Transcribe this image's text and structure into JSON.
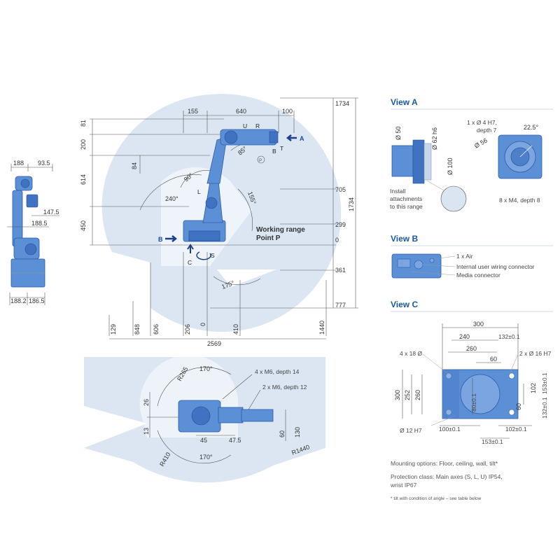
{
  "side_view": {
    "top_dims": [
      "188",
      "93.5"
    ],
    "mid_dims": [
      "147.5",
      "188.5"
    ],
    "bottom_dims": [
      "188.2",
      "186.5"
    ]
  },
  "main_view": {
    "top_dims": [
      "155",
      "640",
      "100"
    ],
    "right_dims": [
      "1734",
      "705",
      "299",
      "0",
      "361",
      "777",
      "1734"
    ],
    "left_dims": [
      "81",
      "200",
      "614",
      "450",
      "84"
    ],
    "bottom_dims": [
      "129",
      "848",
      "606",
      "206",
      "0",
      "410",
      "1440"
    ],
    "total_width": "2569",
    "angles": [
      "85°",
      "90°",
      "240°",
      "155°",
      "175°"
    ],
    "axes": [
      "U",
      "R",
      "B",
      "T",
      "P",
      "L",
      "S",
      "C"
    ],
    "view_arrows": [
      "A",
      "B"
    ],
    "working_range_line1": "Working range",
    "working_range_line2": "Point P"
  },
  "top_view": {
    "labels": [
      "R265",
      "170°",
      "170°",
      "R410",
      "R1440"
    ],
    "dims": [
      "26",
      "13",
      "45",
      "47.5",
      "60",
      "130"
    ],
    "holes1": "4 x M6, depth 14",
    "holes2": "2 x M6, depth 12"
  },
  "view_a": {
    "heading": "View A",
    "dims": [
      "Ø 50",
      "Ø 62 h6",
      "Ø 100",
      "Ø 56",
      "22.5°"
    ],
    "hole_note_line1": "1 x Ø 4 H7,",
    "hole_note_line2": "depth 7",
    "install_lines": [
      "Install",
      "attachments",
      "to this range"
    ],
    "thread_note": "8 x M4, depth 8"
  },
  "view_b": {
    "heading": "View B",
    "air": "1 x Air",
    "connector1": "Internal user wiring connector",
    "connector2": "Media connector"
  },
  "view_c": {
    "heading": "View C",
    "dims_top": [
      "300",
      "240",
      "132±0.1",
      "260",
      "60"
    ],
    "dims_left": [
      "300",
      "252",
      "260"
    ],
    "dims_right": [
      "102",
      "153±0.1",
      "132±0.1",
      "60"
    ],
    "dims_bottom": [
      "100±0.1",
      "102±0.1",
      "153±0.1"
    ],
    "dims_inner": [
      "80±0.1"
    ],
    "holes_left": "4 x 18 Ø",
    "holes_right": "2 x Ø 16 H7",
    "pin_note": "Ø 12 H7"
  },
  "notes": {
    "mounting": "Mounting options: Floor, ceiling, wall, tilt*",
    "protection_line1": "Protection class: Main axes (S, L, U) IP54,",
    "protection_line2": "wrist IP67",
    "footnote": "* tilt with condition of angle – see table below"
  }
}
